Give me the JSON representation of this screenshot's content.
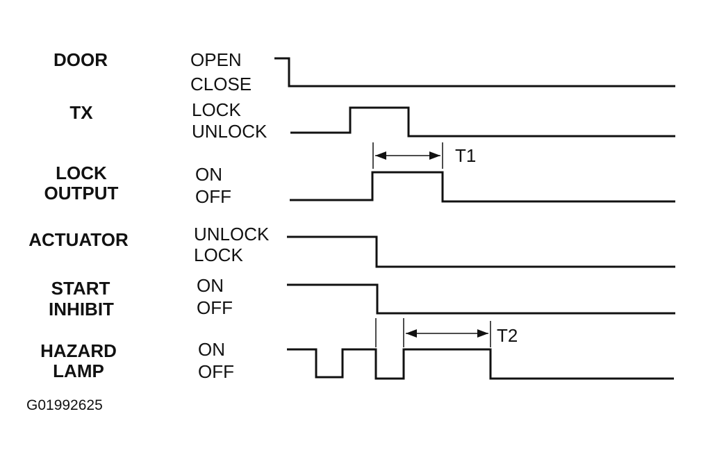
{
  "figure_id": "G01992625",
  "signals": [
    {
      "key": "door",
      "name_lines": [
        "DOOR"
      ],
      "states": [
        "OPEN",
        "CLOSE"
      ]
    },
    {
      "key": "tx",
      "name_lines": [
        "TX"
      ],
      "states": [
        "LOCK",
        "UNLOCK"
      ]
    },
    {
      "key": "lock_output",
      "name_lines": [
        "LOCK",
        "OUTPUT"
      ],
      "states": [
        "ON",
        "OFF"
      ]
    },
    {
      "key": "actuator",
      "name_lines": [
        "ACTUATOR"
      ],
      "states": [
        "UNLOCK",
        "LOCK"
      ]
    },
    {
      "key": "start_inhibit",
      "name_lines": [
        "START",
        "INHIBIT"
      ],
      "states": [
        "ON",
        "OFF"
      ]
    },
    {
      "key": "hazard_lamp",
      "name_lines": [
        "HAZARD",
        "LAMP"
      ],
      "states": [
        "ON",
        "OFF"
      ]
    }
  ],
  "timing_labels": {
    "t1": "T1",
    "t2": "T2"
  }
}
